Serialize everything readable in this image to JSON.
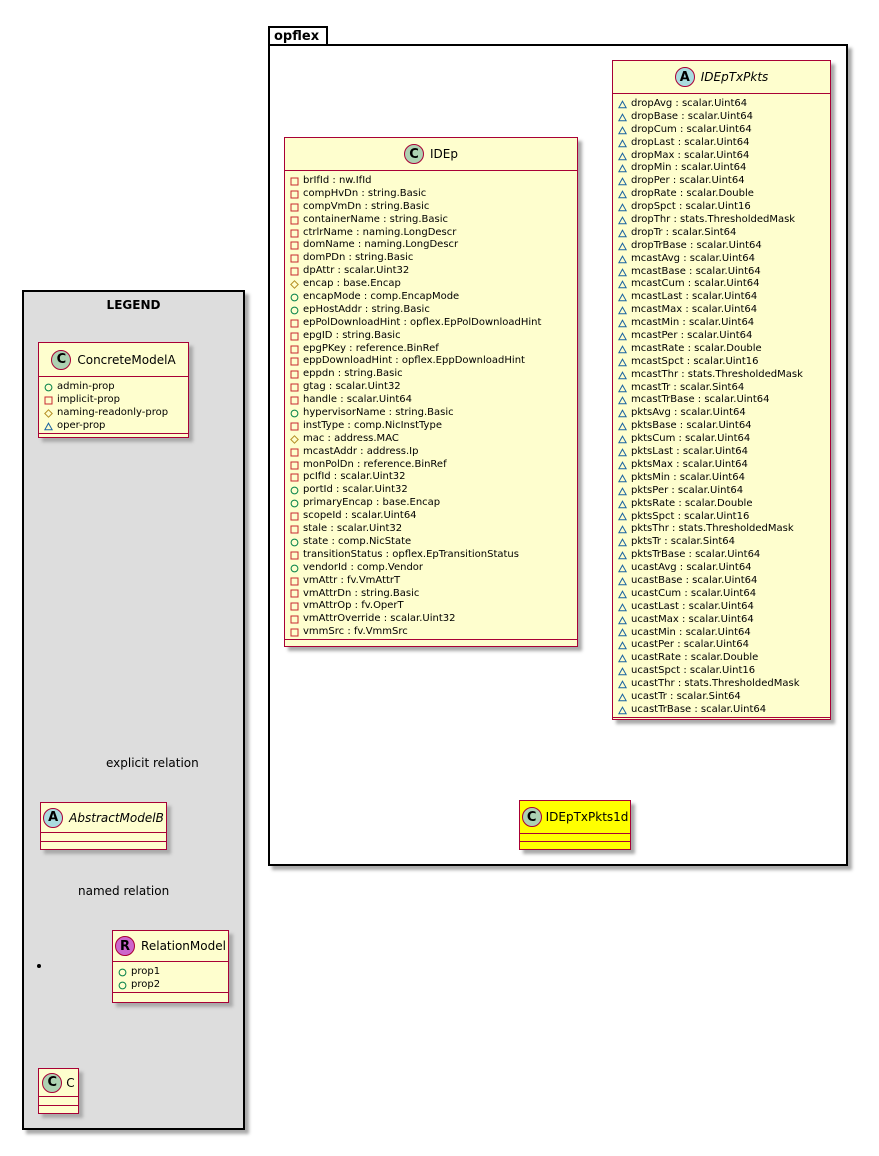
{
  "package": {
    "name": "opflex"
  },
  "legend": {
    "title": "LEGEND",
    "concrete": {
      "name": "ConcreteModelA",
      "stereotype": "C",
      "props": [
        {
          "vis": "public",
          "text": "admin-prop"
        },
        {
          "vis": "private",
          "text": "implicit-prop"
        },
        {
          "vis": "protected",
          "text": "naming-readonly-prop"
        },
        {
          "vis": "package",
          "text": "oper-prop"
        }
      ]
    },
    "abstract": {
      "name": "AbstractModelB",
      "stereotype": "A"
    },
    "relation_model": {
      "name": "RelationModel",
      "stereotype": "R",
      "props": [
        {
          "vis": "public",
          "text": "prop1"
        },
        {
          "vis": "public",
          "text": "prop2"
        }
      ]
    },
    "c_model": {
      "name": "C",
      "stereotype": "C"
    },
    "explicit_relation_label": "explicit relation",
    "named_relation_label": "named relation"
  },
  "idep": {
    "name": "IDEp",
    "stereotype": "C",
    "attrs": [
      {
        "vis": "private",
        "text": "brIfId : nw.IfId"
      },
      {
        "vis": "private",
        "text": "compHvDn : string.Basic"
      },
      {
        "vis": "private",
        "text": "compVmDn : string.Basic"
      },
      {
        "vis": "private",
        "text": "containerName : string.Basic"
      },
      {
        "vis": "private",
        "text": "ctrlrName : naming.LongDescr"
      },
      {
        "vis": "private",
        "text": "domName : naming.LongDescr"
      },
      {
        "vis": "private",
        "text": "domPDn : string.Basic"
      },
      {
        "vis": "private",
        "text": "dpAttr : scalar.Uint32"
      },
      {
        "vis": "protected",
        "text": "encap : base.Encap"
      },
      {
        "vis": "public",
        "text": "encapMode : comp.EncapMode"
      },
      {
        "vis": "public",
        "text": "epHostAddr : string.Basic"
      },
      {
        "vis": "private",
        "text": "epPolDownloadHint : opflex.EpPolDownloadHint"
      },
      {
        "vis": "private",
        "text": "epgID : string.Basic"
      },
      {
        "vis": "private",
        "text": "epgPKey : reference.BinRef"
      },
      {
        "vis": "private",
        "text": "eppDownloadHint : opflex.EppDownloadHint"
      },
      {
        "vis": "private",
        "text": "eppdn : string.Basic"
      },
      {
        "vis": "private",
        "text": "gtag : scalar.Uint32"
      },
      {
        "vis": "private",
        "text": "handle : scalar.Uint64"
      },
      {
        "vis": "public",
        "text": "hypervisorName : string.Basic"
      },
      {
        "vis": "private",
        "text": "instType : comp.NicInstType"
      },
      {
        "vis": "protected",
        "text": "mac : address.MAC"
      },
      {
        "vis": "private",
        "text": "mcastAddr : address.Ip"
      },
      {
        "vis": "private",
        "text": "monPolDn : reference.BinRef"
      },
      {
        "vis": "private",
        "text": "pcIfId : scalar.Uint32"
      },
      {
        "vis": "public",
        "text": "portId : scalar.Uint32"
      },
      {
        "vis": "public",
        "text": "primaryEncap : base.Encap"
      },
      {
        "vis": "private",
        "text": "scopeId : scalar.Uint64"
      },
      {
        "vis": "private",
        "text": "stale : scalar.Uint32"
      },
      {
        "vis": "public",
        "text": "state : comp.NicState"
      },
      {
        "vis": "private",
        "text": "transitionStatus : opflex.EpTransitionStatus"
      },
      {
        "vis": "public",
        "text": "vendorId : comp.Vendor"
      },
      {
        "vis": "private",
        "text": "vmAttr : fv.VmAttrT"
      },
      {
        "vis": "private",
        "text": "vmAttrDn : string.Basic"
      },
      {
        "vis": "private",
        "text": "vmAttrOp : fv.OperT"
      },
      {
        "vis": "private",
        "text": "vmAttrOverride : scalar.Uint32"
      },
      {
        "vis": "private",
        "text": "vmmSrc : fv.VmmSrc"
      }
    ]
  },
  "idep_tx_pkts": {
    "name": "IDEpTxPkts",
    "stereotype": "A",
    "attrs": [
      {
        "vis": "package",
        "text": "dropAvg : scalar.Uint64"
      },
      {
        "vis": "package",
        "text": "dropBase : scalar.Uint64"
      },
      {
        "vis": "package",
        "text": "dropCum : scalar.Uint64"
      },
      {
        "vis": "package",
        "text": "dropLast : scalar.Uint64"
      },
      {
        "vis": "package",
        "text": "dropMax : scalar.Uint64"
      },
      {
        "vis": "package",
        "text": "dropMin : scalar.Uint64"
      },
      {
        "vis": "package",
        "text": "dropPer : scalar.Uint64"
      },
      {
        "vis": "package",
        "text": "dropRate : scalar.Double"
      },
      {
        "vis": "package",
        "text": "dropSpct : scalar.Uint16"
      },
      {
        "vis": "package",
        "text": "dropThr : stats.ThresholdedMask"
      },
      {
        "vis": "package",
        "text": "dropTr : scalar.Sint64"
      },
      {
        "vis": "package",
        "text": "dropTrBase : scalar.Uint64"
      },
      {
        "vis": "package",
        "text": "mcastAvg : scalar.Uint64"
      },
      {
        "vis": "package",
        "text": "mcastBase : scalar.Uint64"
      },
      {
        "vis": "package",
        "text": "mcastCum : scalar.Uint64"
      },
      {
        "vis": "package",
        "text": "mcastLast : scalar.Uint64"
      },
      {
        "vis": "package",
        "text": "mcastMax : scalar.Uint64"
      },
      {
        "vis": "package",
        "text": "mcastMin : scalar.Uint64"
      },
      {
        "vis": "package",
        "text": "mcastPer : scalar.Uint64"
      },
      {
        "vis": "package",
        "text": "mcastRate : scalar.Double"
      },
      {
        "vis": "package",
        "text": "mcastSpct : scalar.Uint16"
      },
      {
        "vis": "package",
        "text": "mcastThr : stats.ThresholdedMask"
      },
      {
        "vis": "package",
        "text": "mcastTr : scalar.Sint64"
      },
      {
        "vis": "package",
        "text": "mcastTrBase : scalar.Uint64"
      },
      {
        "vis": "package",
        "text": "pktsAvg : scalar.Uint64"
      },
      {
        "vis": "package",
        "text": "pktsBase : scalar.Uint64"
      },
      {
        "vis": "package",
        "text": "pktsCum : scalar.Uint64"
      },
      {
        "vis": "package",
        "text": "pktsLast : scalar.Uint64"
      },
      {
        "vis": "package",
        "text": "pktsMax : scalar.Uint64"
      },
      {
        "vis": "package",
        "text": "pktsMin : scalar.Uint64"
      },
      {
        "vis": "package",
        "text": "pktsPer : scalar.Uint64"
      },
      {
        "vis": "package",
        "text": "pktsRate : scalar.Double"
      },
      {
        "vis": "package",
        "text": "pktsSpct : scalar.Uint16"
      },
      {
        "vis": "package",
        "text": "pktsThr : stats.ThresholdedMask"
      },
      {
        "vis": "package",
        "text": "pktsTr : scalar.Sint64"
      },
      {
        "vis": "package",
        "text": "pktsTrBase : scalar.Uint64"
      },
      {
        "vis": "package",
        "text": "ucastAvg : scalar.Uint64"
      },
      {
        "vis": "package",
        "text": "ucastBase : scalar.Uint64"
      },
      {
        "vis": "package",
        "text": "ucastCum : scalar.Uint64"
      },
      {
        "vis": "package",
        "text": "ucastLast : scalar.Uint64"
      },
      {
        "vis": "package",
        "text": "ucastMax : scalar.Uint64"
      },
      {
        "vis": "package",
        "text": "ucastMin : scalar.Uint64"
      },
      {
        "vis": "package",
        "text": "ucastPer : scalar.Uint64"
      },
      {
        "vis": "package",
        "text": "ucastRate : scalar.Double"
      },
      {
        "vis": "package",
        "text": "ucastSpct : scalar.Uint16"
      },
      {
        "vis": "package",
        "text": "ucastThr : stats.ThresholdedMask"
      },
      {
        "vis": "package",
        "text": "ucastTr : scalar.Sint64"
      },
      {
        "vis": "package",
        "text": "ucastTrBase : scalar.Uint64"
      }
    ]
  },
  "idep_tx_pkts_1d": {
    "name": "IDEpTxPkts1d",
    "stereotype": "C"
  },
  "colors": {
    "class_fill": "#fefece",
    "class_border": "#a80036",
    "highlight_fill": "#ffff00",
    "legend_fill": "#dddddd",
    "stereo_C": "#add1b2",
    "stereo_A": "#a9dcdf",
    "stereo_R": "#cc66cc",
    "vis_public": "#038048",
    "vis_private": "#c82930",
    "vis_protected": "#b38d22",
    "vis_package": "#1963a0"
  }
}
